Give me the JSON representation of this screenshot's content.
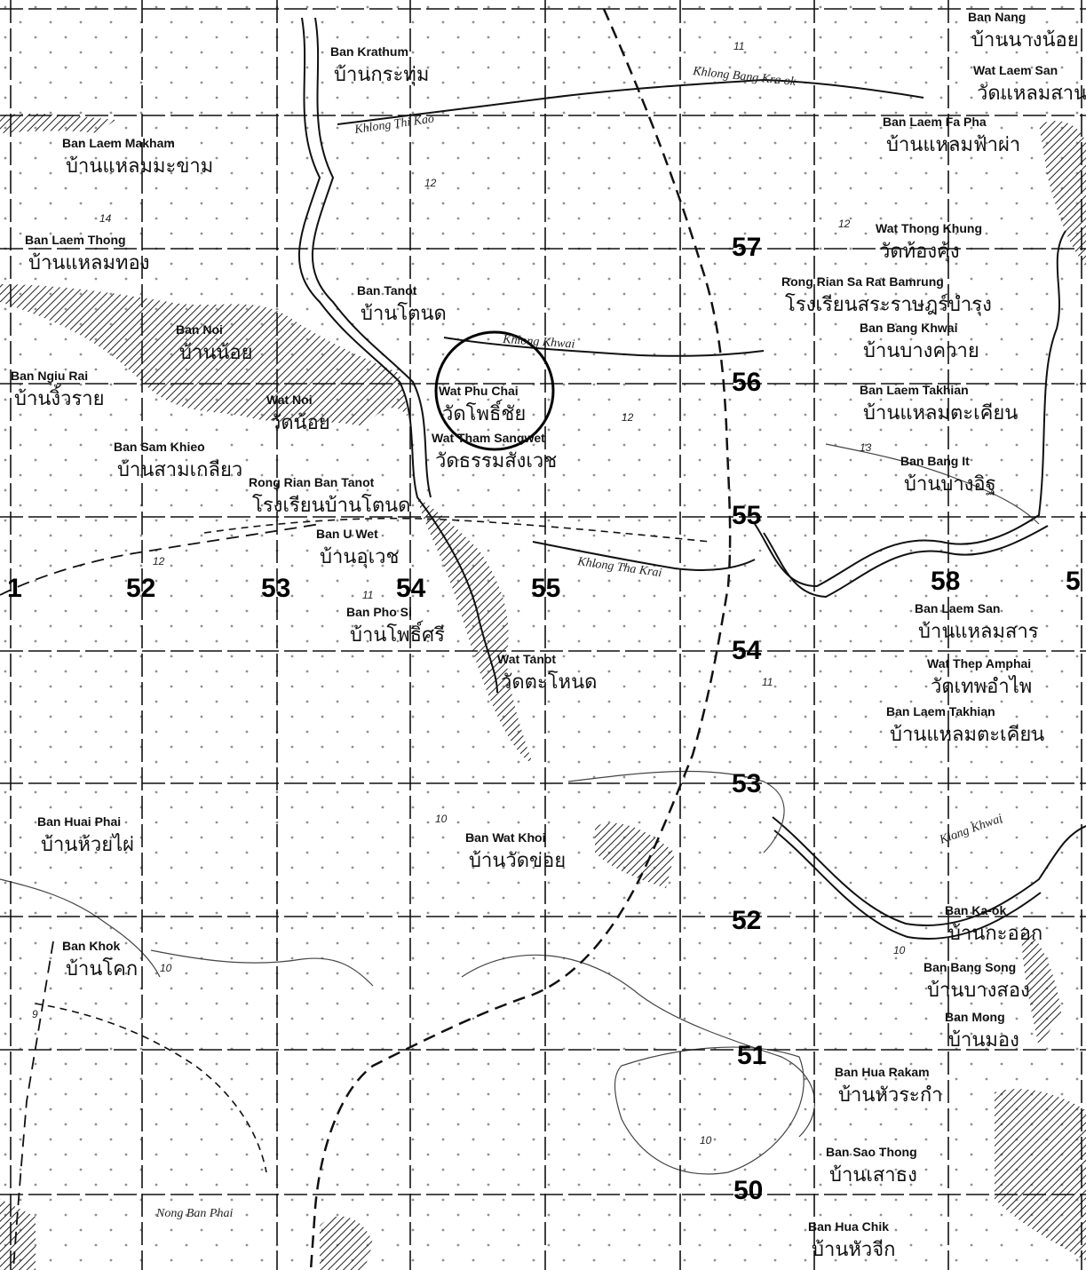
{
  "grid": {
    "easting_labels": [
      "1",
      "52",
      "53",
      "54",
      "55",
      "58",
      "5"
    ],
    "northing_labels": [
      "57",
      "56",
      "55",
      "54",
      "53",
      "52",
      "51",
      "50"
    ]
  },
  "places": [
    {
      "en": "Ban Krathum",
      "th": "บ้านกระทุ่ม"
    },
    {
      "en": "Ban Laem Makham",
      "th": "บ้านแหลมมะขาม"
    },
    {
      "en": "Ban Laem Thong",
      "th": "บ้านแหลมทอง"
    },
    {
      "en": "Ban Tanot",
      "th": "บ้านโตนด"
    },
    {
      "en": "Ban Noi",
      "th": "บ้านน้อย"
    },
    {
      "en": "Wat Noi",
      "th": "วัดน้อย"
    },
    {
      "en": "Ban Sam Khieo",
      "th": "บ้านสามเกลียว"
    },
    {
      "en": "Rong Rian Ban Tanot",
      "th": "โรงเรียนบ้านโตนด"
    },
    {
      "en": "Wat Phu Chai",
      "th": "วัดโพธิ์ชัย"
    },
    {
      "en": "Wat Tham Sangwet",
      "th": "วัดธรรมสังเวช"
    },
    {
      "en": "Ban U Wet",
      "th": "บ้านอุเวช"
    },
    {
      "en": "Ban Pho Si",
      "th": "บ้านโพธิ์ศรี"
    },
    {
      "en": "Wat Tanot",
      "th": "วัดตะโหนด"
    },
    {
      "en": "Ban Huai Phai",
      "th": "บ้านห้วยไผ่"
    },
    {
      "en": "Ban Khok",
      "th": "บ้านโคก"
    },
    {
      "en": "Ban Wat Khoi",
      "th": "บ้านวัดข่อย"
    },
    {
      "en": "Ban Nang",
      "th": "บ้านนางน้อย"
    },
    {
      "en": "Wat Laem San",
      "th": "วัดแหลมสาน"
    },
    {
      "en": "Ban Laem Fa Pha",
      "th": "บ้านแหลมฟ้าผ่า"
    },
    {
      "en": "Wat Thong Khung",
      "th": "วัดท้องคุ้ง"
    },
    {
      "en": "Rong Rian Sa Rat Bamrung",
      "th": "โรงเรียนสระราษฎร์บำรุง"
    },
    {
      "en": "Ban Bang Khwai",
      "th": "บ้านบางควาย"
    },
    {
      "en": "Ban Laem Takhian",
      "th": "บ้านแหลมตะเคียน"
    },
    {
      "en": "Ban Bang It",
      "th": "บ้านบางอิฐ"
    },
    {
      "en": "Ban Laem San",
      "th": "บ้านแหลมสาร"
    },
    {
      "en": "Wat Thep Amphai",
      "th": "วัดเทพอำไพ"
    },
    {
      "en": "Ban Laem Takhian",
      "th": "บ้านแหลมตะเคียน"
    },
    {
      "en": "Ban Ka-ok",
      "th": "บ้านกะออก"
    },
    {
      "en": "Ban Bang Song",
      "th": "บ้านบางสอง"
    },
    {
      "en": "Ban Mong",
      "th": "บ้านมอง"
    },
    {
      "en": "Ban Hua Rakam",
      "th": "บ้านหัวระกำ"
    },
    {
      "en": "Ban Sao Thong",
      "th": "บ้านเสาธง"
    },
    {
      "en": "Ban Hua Chik",
      "th": "บ้านหัวจีก"
    },
    {
      "en": "Ban Ngiu Rai",
      "th": "บ้านงิ้วราย"
    }
  ],
  "waterways": [
    {
      "label": "Khlong Thi Kao"
    },
    {
      "label": "Khlong Bang Kra ok"
    },
    {
      "label": "Khlong Khwai"
    },
    {
      "label": "Khlong Tha Krai"
    },
    {
      "label": "Nong Ban Phai"
    },
    {
      "label": "Klong Khwai"
    }
  ],
  "spot_heights": [
    "12",
    "14",
    "11",
    "12",
    "12",
    "13",
    "12",
    "11",
    "11",
    "10",
    "10",
    "10",
    "10",
    "9"
  ]
}
